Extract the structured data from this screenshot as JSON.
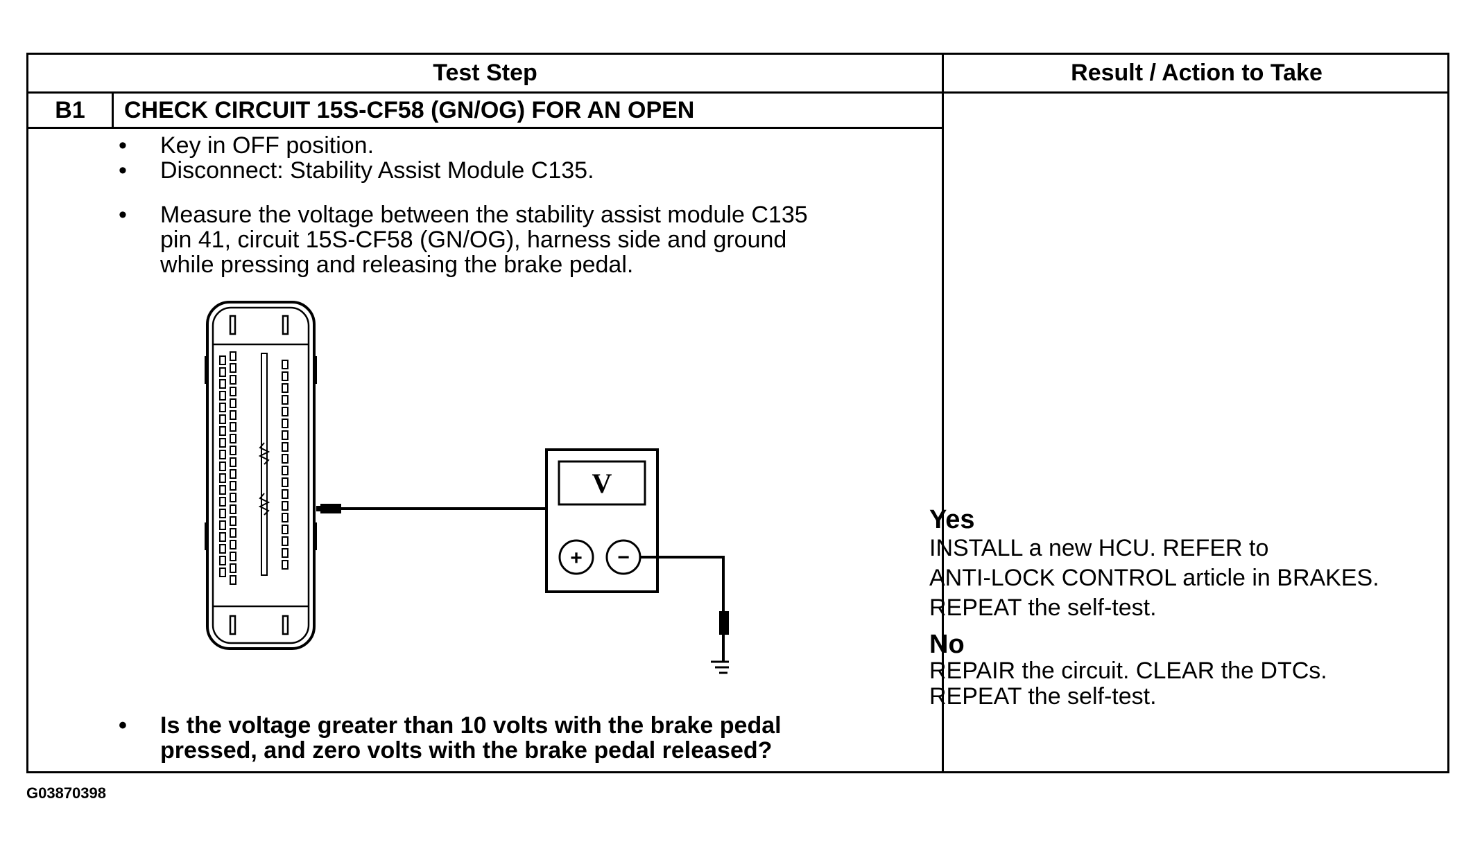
{
  "table": {
    "col_left_header": "Test Step",
    "col_right_header": "Result / Action to Take"
  },
  "step": {
    "id": "B1",
    "title": "CHECK CIRCUIT 15S-CF58 (GN/OG) FOR AN OPEN",
    "bullets_1": [
      "Key in OFF position.",
      "Disconnect: Stability Assist Module C135."
    ],
    "bullet_2": "Measure the voltage between the stability assist module C135\npin 41, circuit 15S-CF58 (GN/OG), harness side and ground\nwhile pressing and releasing the brake pedal.",
    "question": "Is the voltage greater than 10 volts with the brake pedal\npressed, and zero volts with the brake pedal released?"
  },
  "diagram": {
    "meter_label": "V",
    "plus_label": "+",
    "minus_label": "−"
  },
  "results": {
    "yes_label": "Yes",
    "yes_text": "INSTALL a new HCU. REFER to\nANTI-LOCK CONTROL article in BRAKES.\nREPEAT the self-test.",
    "no_label": "No",
    "no_text": "REPAIR the circuit. CLEAR the DTCs.\nREPEAT the self-test."
  },
  "figure_id": "G03870398"
}
